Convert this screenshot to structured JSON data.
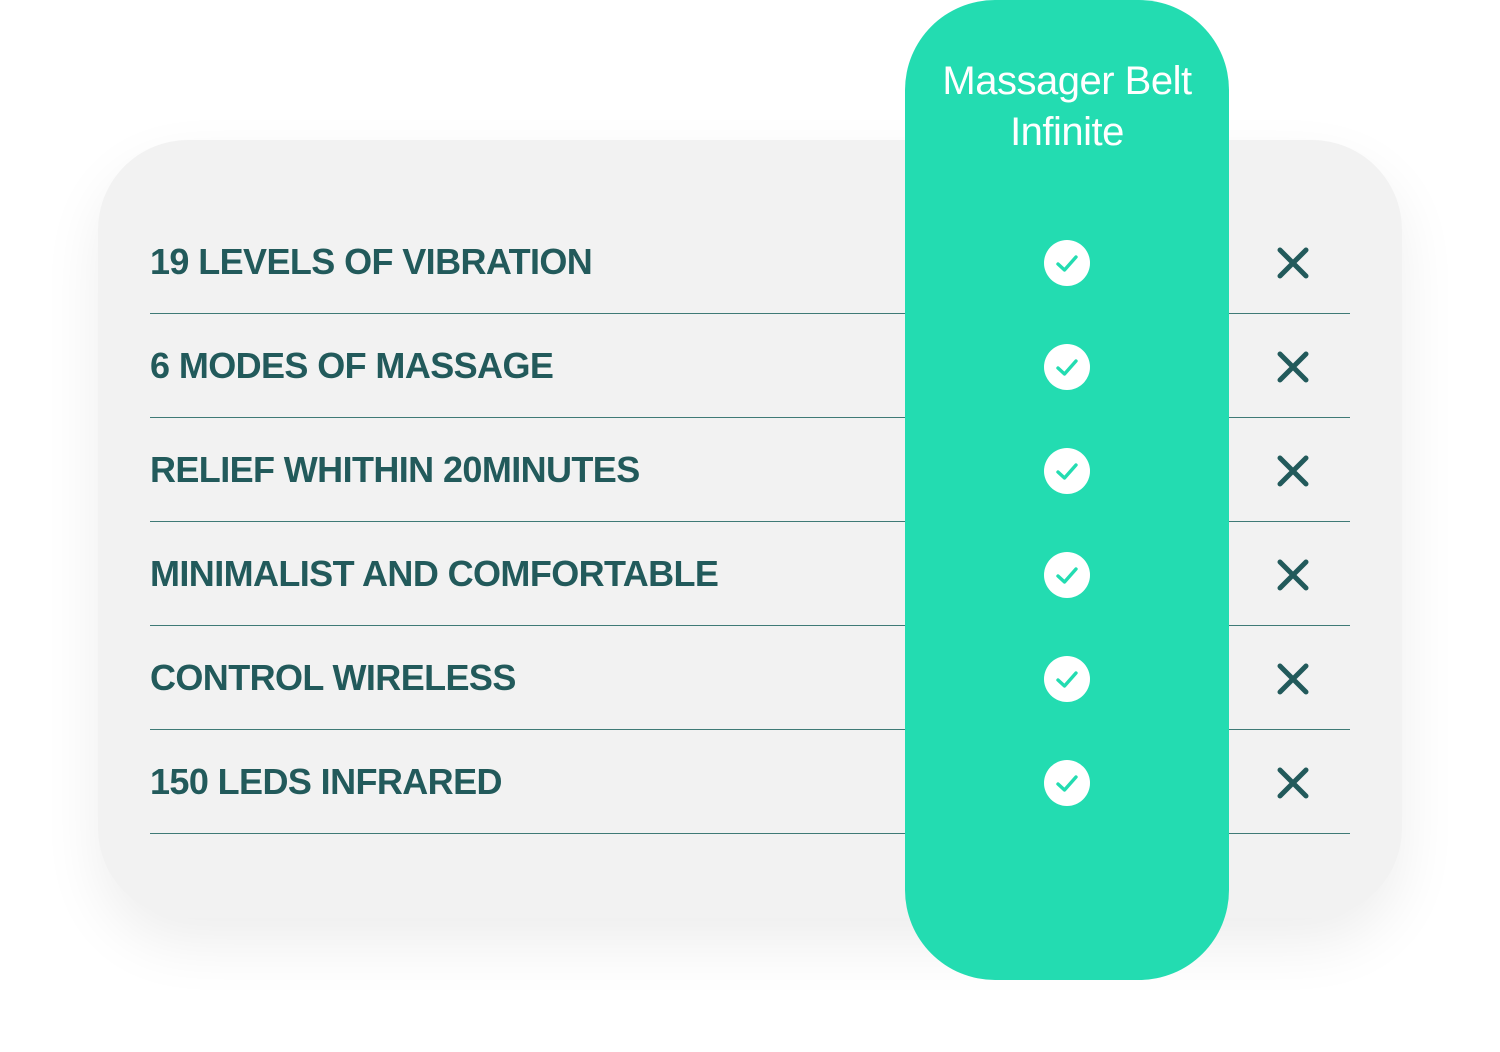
{
  "product_column": {
    "title_line1": "Massager Belt",
    "title_line2": "Infinite",
    "color": "#23dcb1"
  },
  "features": [
    {
      "label": "19 LEVELS OF VIBRATION",
      "product": "check-icon",
      "competitor": "cross-icon"
    },
    {
      "label": "6 MODES OF MASSAGE",
      "product": "check-icon",
      "competitor": "cross-icon"
    },
    {
      "label": "RELIEF WHITHIN 20MINUTES",
      "product": "check-icon",
      "competitor": "cross-icon"
    },
    {
      "label": "MINIMALIST AND COMFORTABLE",
      "product": "check-icon",
      "competitor": "cross-icon"
    },
    {
      "label": "CONTROL WIRELESS",
      "product": "check-icon",
      "competitor": "cross-icon"
    },
    {
      "label": "150 LEDS INFRARED",
      "product": "check-icon",
      "competitor": "cross-icon"
    }
  ],
  "colors": {
    "text": "#225a5b",
    "card_background": "#f2f2f2",
    "accent": "#23dcb1"
  }
}
